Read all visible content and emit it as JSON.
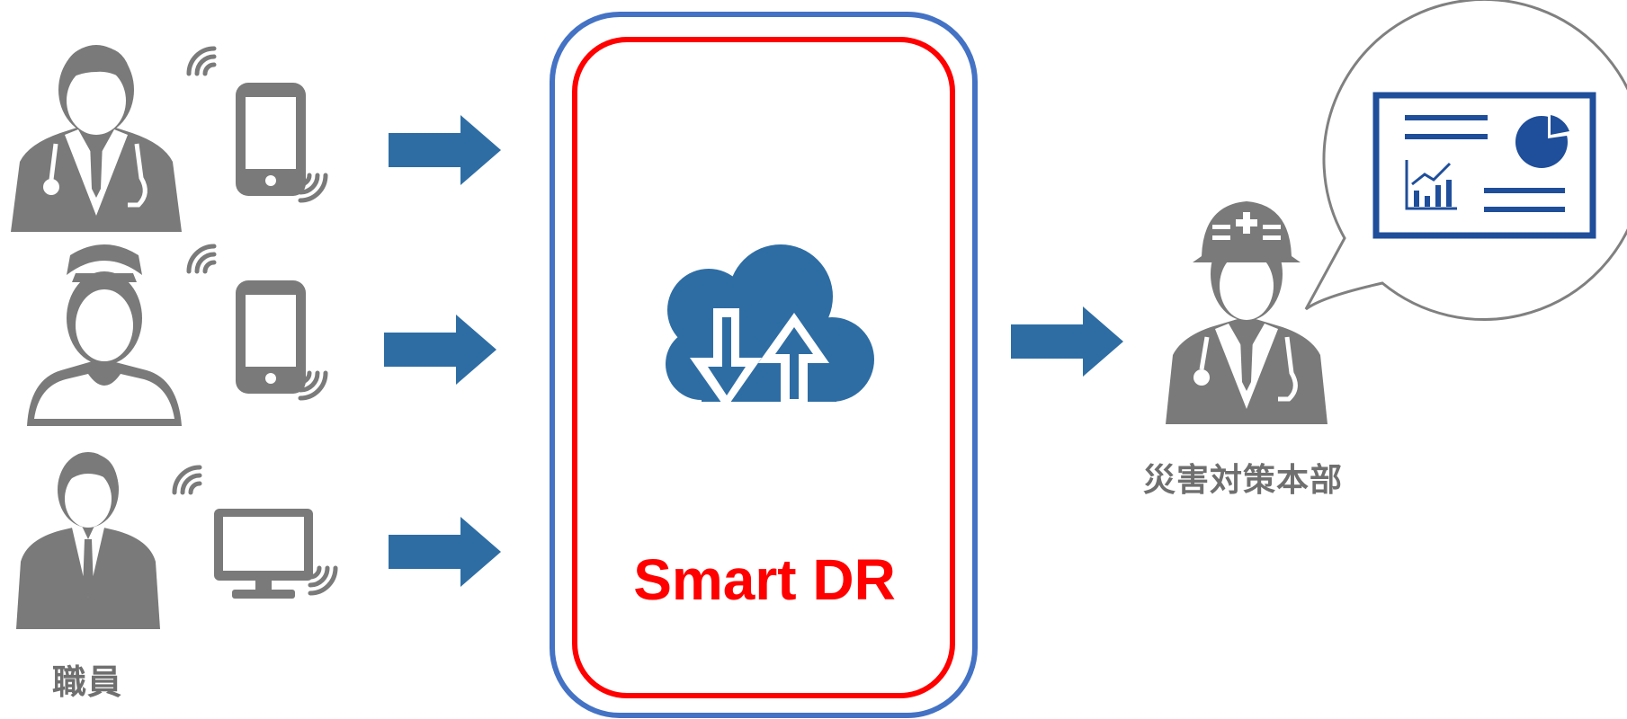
{
  "labels": {
    "staff": "職員",
    "headquarters": "災害対策本部",
    "product": "Smart DR"
  },
  "icons": {
    "people": [
      "doctor-icon",
      "nurse-icon",
      "office-worker-icon",
      "hq-doctor-helmet-icon"
    ],
    "devices": [
      "smartphone-icon",
      "smartphone-icon",
      "desktop-computer-icon"
    ],
    "center": "cloud-sync-icon",
    "bubble": "dashboard-report-icon"
  },
  "colors": {
    "person_gray": "#7a7a7a",
    "arrow_blue": "#2e6da4",
    "outer_frame": "#4472c4",
    "inner_frame": "#ff0000",
    "product_text": "#ff0000",
    "dashboard_blue": "#1f4e9a",
    "bubble_stroke": "#808080"
  }
}
